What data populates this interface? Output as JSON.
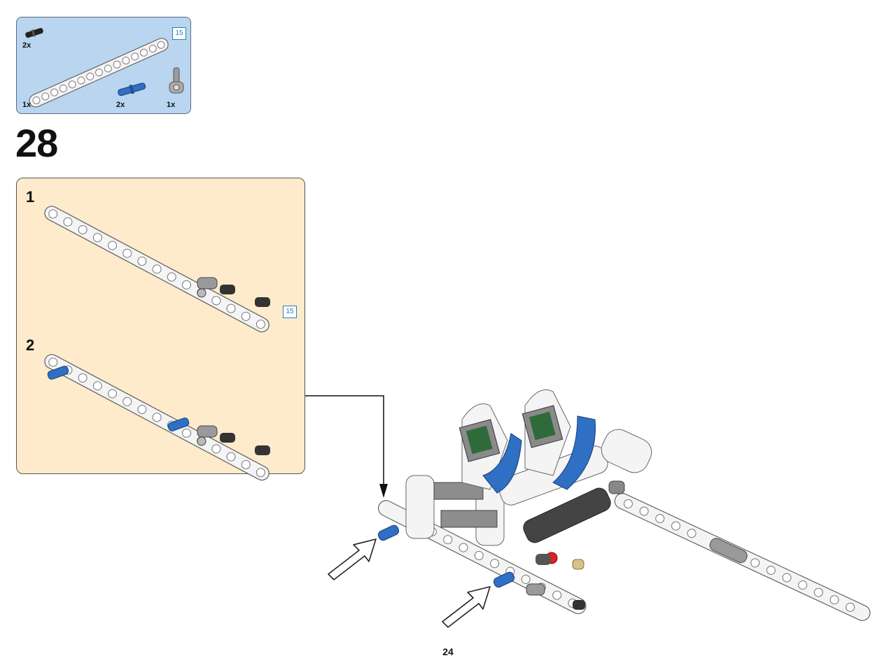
{
  "parts_list": {
    "items": [
      {
        "part": "black-axle-pin-icon",
        "qty": "2x"
      },
      {
        "part": "white-beam-15-icon",
        "qty": "1x"
      },
      {
        "part": "blue-axle-pin-icon",
        "qty": "2x"
      },
      {
        "part": "gray-connector-icon",
        "qty": "1x"
      }
    ],
    "length_badge": "15"
  },
  "step": {
    "number": "28",
    "substeps": [
      {
        "number": "1",
        "length_badge": "15"
      },
      {
        "number": "2"
      }
    ]
  },
  "page_number": "24",
  "colors": {
    "parts_box_bg": "#b9d5f0",
    "substep_bg": "#fdebcb",
    "beam_white": "#f4f4f4",
    "pin_blue": "#2f6fc4",
    "connector_gray": "#9a9a9a",
    "badge_blue": "#2a7fb8"
  }
}
